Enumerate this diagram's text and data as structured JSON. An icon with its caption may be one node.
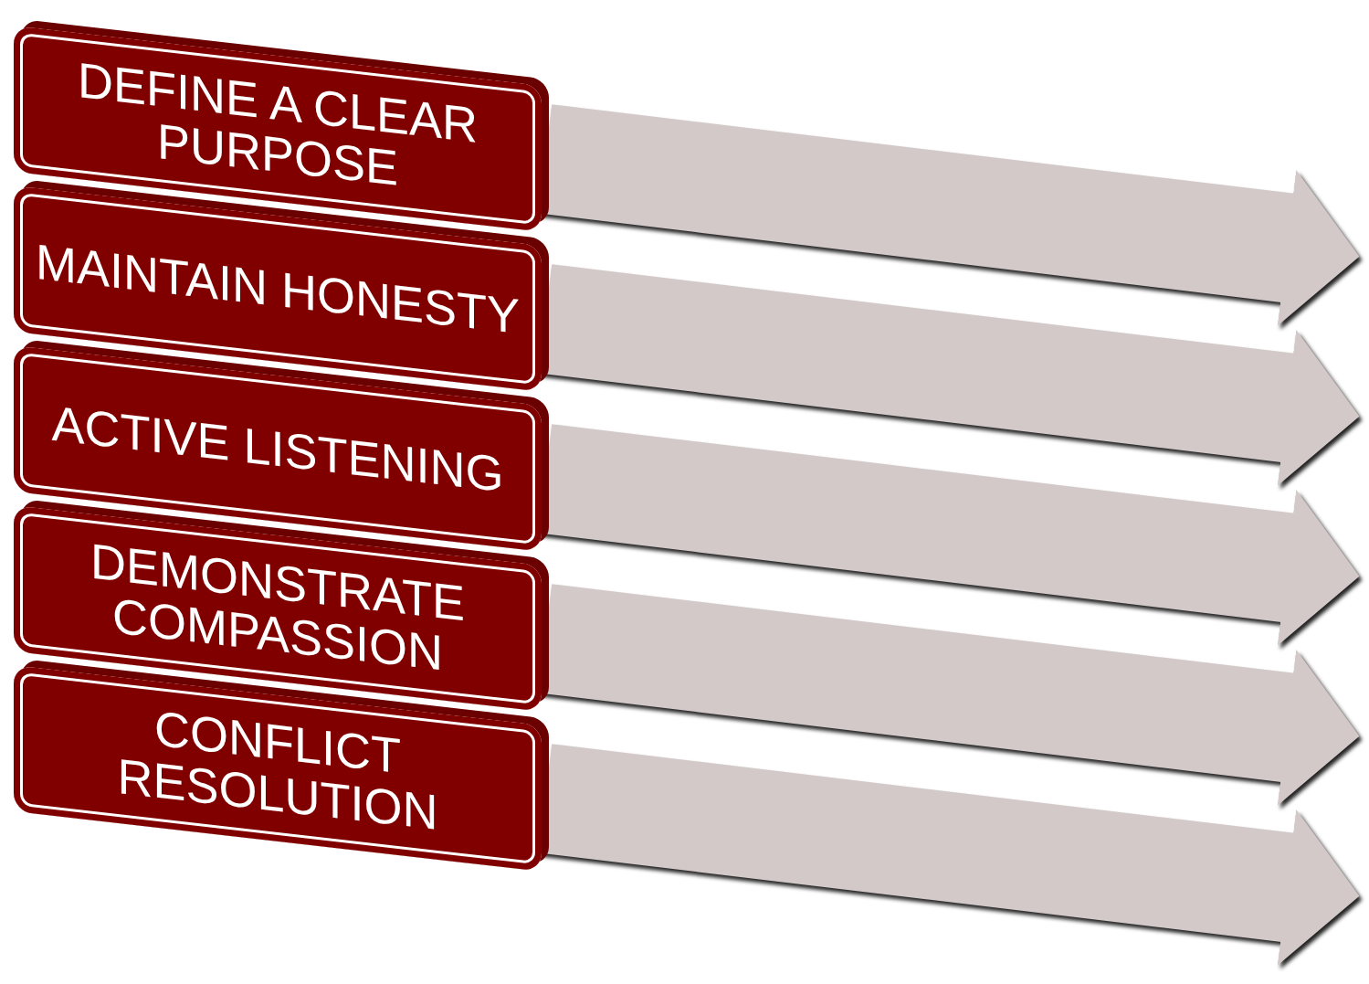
{
  "diagram": {
    "nodes": [
      {
        "text": [
          "DEFINE A CLEAR PURPOSE"
        ]
      },
      {
        "text": [
          "MAINTAIN HONESTY"
        ]
      },
      {
        "text": [
          "ACTIVE LISTENING"
        ]
      },
      {
        "text": [
          "DEMONSTRATE COMPASSION"
        ]
      },
      {
        "text": [
          "CONFLICT RESOLUTION"
        ]
      }
    ],
    "edges": [
      {
        "from": 0,
        "to": null,
        "arrow": "to"
      },
      {
        "from": 1,
        "to": null,
        "arrow": "to"
      },
      {
        "from": 2,
        "to": null,
        "arrow": "to"
      },
      {
        "from": 3,
        "to": null,
        "arrow": "to"
      },
      {
        "from": 4,
        "to": null,
        "arrow": "to"
      }
    ]
  }
}
